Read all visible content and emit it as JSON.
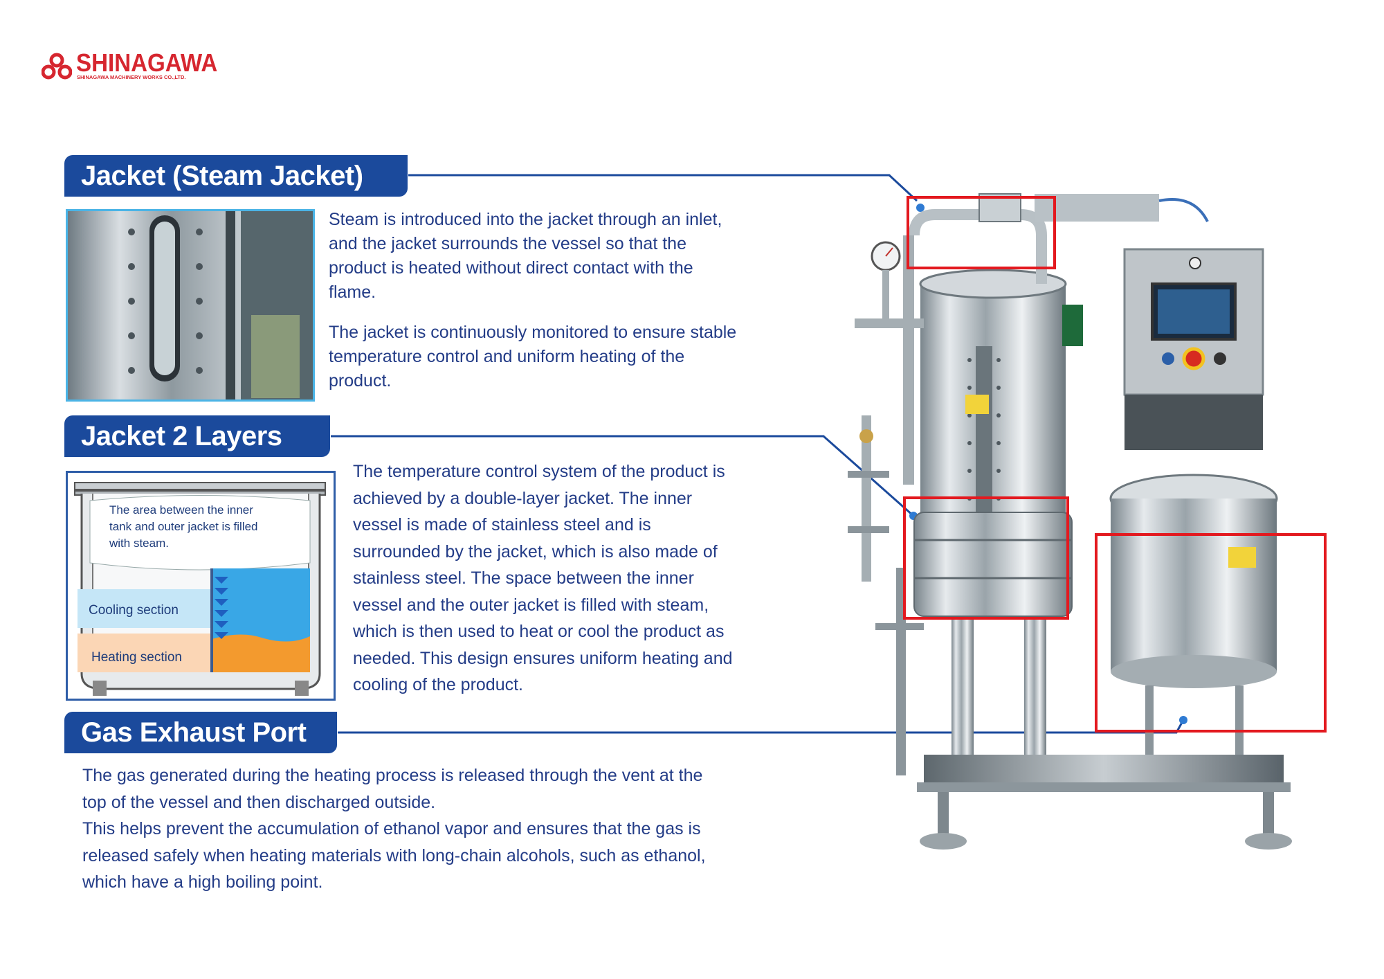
{
  "brand": {
    "name": "SHINAGAWA",
    "subtitle": "SHINAGAWA MACHINERY WORKS CO.,LTD.",
    "color": "#d6262f"
  },
  "colors": {
    "header_bg": "#1b4a9c",
    "body_text": "#233c87",
    "frame": "#4bb4e6",
    "highlight": "#e3191f"
  },
  "sections": [
    {
      "title": "Jacket (Steam Jacket)",
      "paragraphs": [
        "Steam is introduced into the jacket through an inlet, and the jacket surrounds the vessel so that the product is heated without direct contact with the flame.",
        "The jacket is continuously monitored to ensure stable temperature control and uniform heating of the product."
      ]
    },
    {
      "title": "Jacket 2 Layers",
      "paragraphs": [
        "The temperature control system of the product is achieved by a double-layer jacket. The inner vessel is made of stainless steel and is surrounded by the jacket, which is also made of stainless steel. The space between the inner vessel and the outer jacket is filled with steam, which is then used to heat or cool the product as needed. This design ensures uniform heating and cooling of the product."
      ],
      "diagram": {
        "note": "The area between the inner tank and outer jacket is filled with steam.",
        "cooling_label": "Cooling section",
        "heating_label": "Heating section"
      }
    },
    {
      "title": "Gas Exhaust Port",
      "paragraphs": [
        "The gas generated during the heating process is released through the vent at the top of the vessel and then discharged outside.",
        "This helps prevent the accumulation of ethanol vapor and ensures that the gas is released safely when heating materials with long-chain alcohols, such as ethanol, which have a high boiling point."
      ]
    }
  ]
}
